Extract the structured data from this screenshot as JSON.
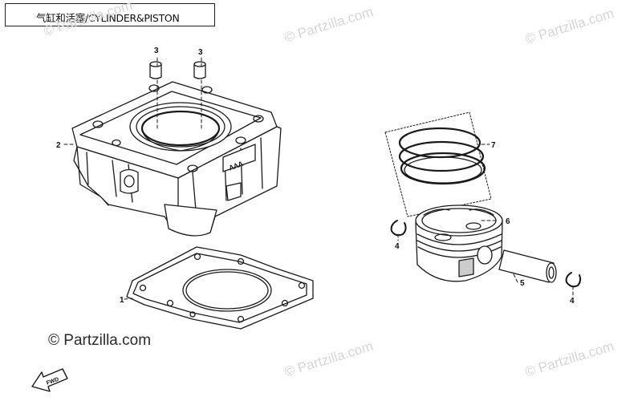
{
  "title": "气缸和活塞/CYLINDER&PISTON",
  "watermark": {
    "main_text": "© Partzilla.com",
    "faint_text": "© Partzilla.com",
    "faint_color": "#d6d6d6"
  },
  "fwd_marker": {
    "label": "FWD",
    "icon": "forward-arrow-icon"
  },
  "callouts": [
    {
      "id": "gasket",
      "label": "1"
    },
    {
      "id": "cylinder",
      "label": "2"
    },
    {
      "id": "dowel-left",
      "label": "3"
    },
    {
      "id": "dowel-right",
      "label": "3"
    },
    {
      "id": "circlip-left",
      "label": "4"
    },
    {
      "id": "circlip-right",
      "label": "4"
    },
    {
      "id": "piston-pin",
      "label": "5"
    },
    {
      "id": "piston",
      "label": "6"
    },
    {
      "id": "piston-rings",
      "label": "7"
    }
  ],
  "cylinder_mark": "ɅɅɅ"
}
